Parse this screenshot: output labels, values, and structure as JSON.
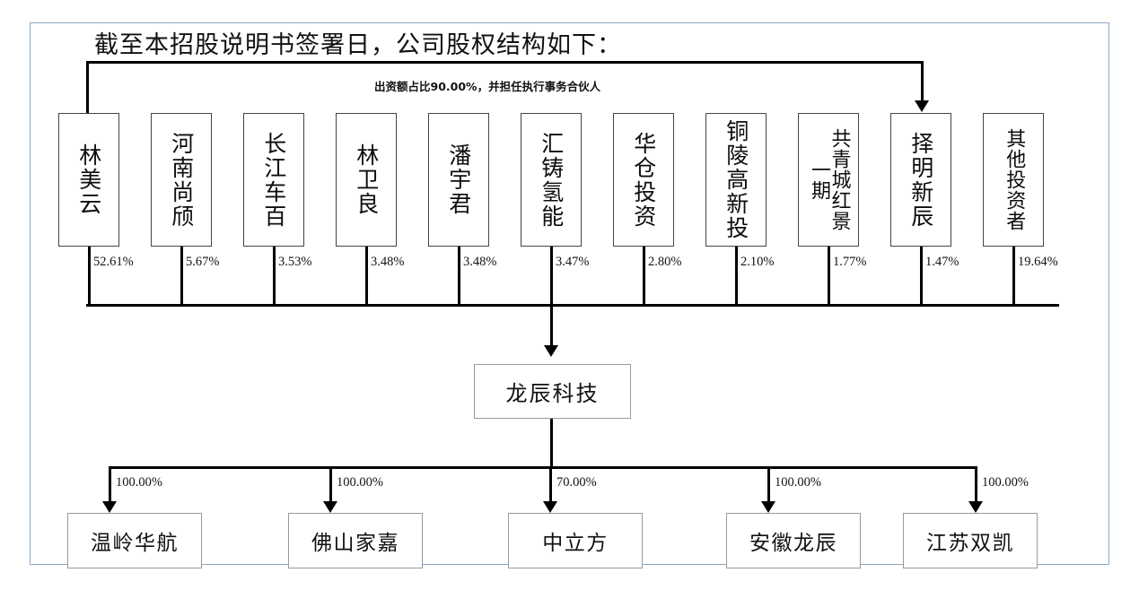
{
  "page": {
    "title": "截至本招股说明书签署日，公司股权结构如下：",
    "annotation": "出资额占比90.00%，并担任执行事务合伙人",
    "frame_color": "#8aa6c6",
    "line_color": "#000000"
  },
  "shareholders": [
    {
      "name": "林美云",
      "pct": "52.61%",
      "cols": 1
    },
    {
      "name": "河南尚颀",
      "pct": "5.67%",
      "cols": 1
    },
    {
      "name": "长江车百",
      "pct": "3.53%",
      "cols": 1
    },
    {
      "name": "林卫良",
      "pct": "3.48%",
      "cols": 1
    },
    {
      "name": "潘宇君",
      "pct": "3.48%",
      "cols": 1
    },
    {
      "name": "汇铸氢能",
      "pct": "3.47%",
      "cols": 1
    },
    {
      "name": "华仓投资",
      "pct": "2.80%",
      "cols": 1
    },
    {
      "name": "铜陵高新投",
      "pct": "2.10%",
      "cols": 1
    },
    {
      "name": "共青城红景一期",
      "pct": "1.77%",
      "cols": 2
    },
    {
      "name": "择明新辰",
      "pct": "1.47%",
      "cols": 1
    },
    {
      "name": "其他投资者",
      "pct": "19.64%",
      "cols": 2
    }
  ],
  "company": {
    "name": "龙辰科技"
  },
  "subsidiaries": [
    {
      "name": "温岭华航",
      "pct": "100.00%"
    },
    {
      "name": "佛山家嘉",
      "pct": "100.00%"
    },
    {
      "name": "中立方",
      "pct": "70.00%"
    },
    {
      "name": "安徽龙辰",
      "pct": "100.00%"
    },
    {
      "name": "江苏双凯",
      "pct": "100.00%"
    }
  ]
}
